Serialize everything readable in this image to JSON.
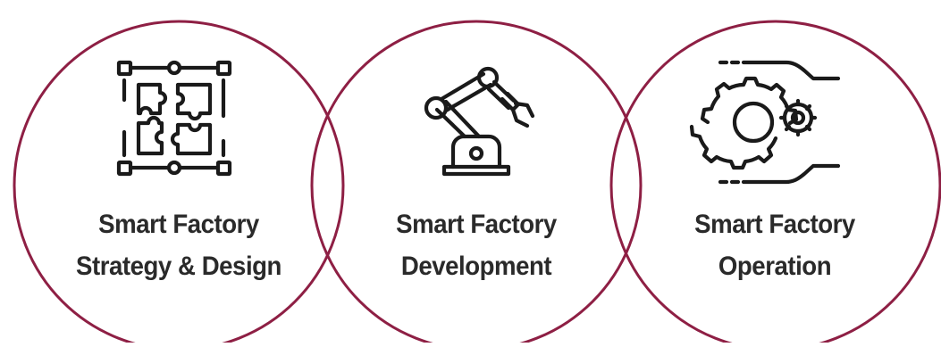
{
  "colors": {
    "ring": "#8e1f44",
    "icon": "#1a1a1a",
    "text": "#2a2a2a",
    "background": "#ffffff"
  },
  "segments": [
    {
      "icon": "puzzle-icon",
      "line1": "Smart Factory",
      "line2": "Strategy & Design"
    },
    {
      "icon": "robot-arm-icon",
      "line1": "Smart Factory",
      "line2": "Development"
    },
    {
      "icon": "hand-gears-icon",
      "line1": "Smart Factory",
      "line2": "Operation"
    }
  ]
}
